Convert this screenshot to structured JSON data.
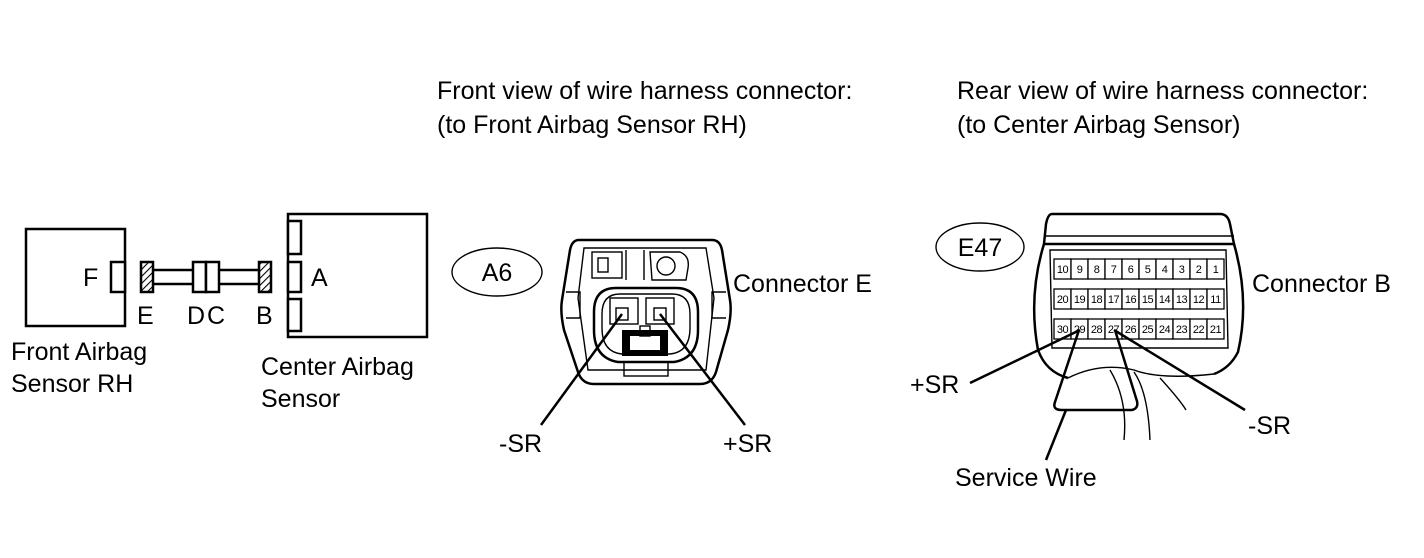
{
  "layout_diagram": {
    "front_sensor_label_line1": "Front Airbag",
    "front_sensor_label_line2": "Sensor RH",
    "center_sensor_label_line1": "Center Airbag",
    "center_sensor_label_line2": "Sensor",
    "connector_F": "F",
    "connector_A": "A",
    "connector_E": "E",
    "connector_D": "D",
    "connector_C": "C",
    "connector_B": "B"
  },
  "front_view": {
    "title_line1": "Front view of wire harness connector:",
    "title_line2": "(to Front Airbag Sensor RH)",
    "connector_code": "A6",
    "connector_name": "Connector E",
    "terminal_left": "-SR",
    "terminal_right": "+SR"
  },
  "rear_view": {
    "title_line1": "Rear view of wire harness connector:",
    "title_line2": "(to Center Airbag Sensor)",
    "connector_code": "E47",
    "connector_name": "Connector B",
    "row1_pins": [
      "10",
      "9",
      "8",
      "7",
      "6",
      "5",
      "4",
      "3",
      "2",
      "1"
    ],
    "row2_pins": [
      "20",
      "19",
      "18",
      "17",
      "16",
      "15",
      "14",
      "13",
      "12",
      "11"
    ],
    "row3_pins": [
      "30",
      "29",
      "28",
      "27",
      "26",
      "25",
      "24",
      "23",
      "22",
      "21"
    ],
    "terminal_plus": "+SR",
    "terminal_minus": "-SR",
    "service_wire": "Service Wire"
  }
}
